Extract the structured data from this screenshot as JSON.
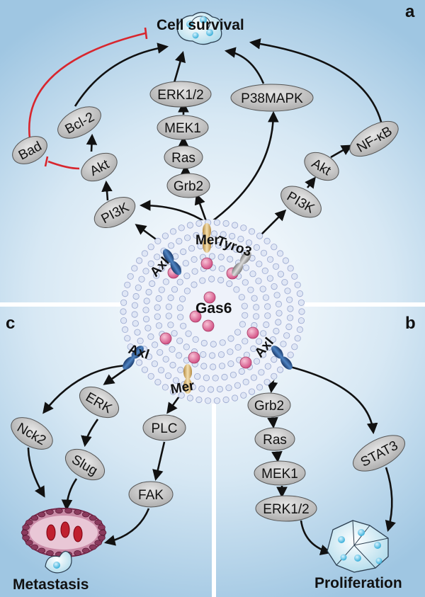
{
  "panels": {
    "a": "a",
    "b": "b",
    "c": "c"
  },
  "outcomes": {
    "cell_survival": "Cell survival",
    "metastasis": "Metastasis",
    "proliferation": "Proliferation"
  },
  "ligand": "Gas6",
  "receptors": {
    "axl_a": "Axl",
    "mer_a": "Mer",
    "tyro3": "Tyro3",
    "axl_c": "Axl",
    "mer_c": "Mer",
    "axl_b": "Axl"
  },
  "nodes": {
    "bad": "Bad",
    "bcl2": "Bcl-2",
    "akt_a": "Akt",
    "pi3k_a": "PI3K",
    "erk12_a": "ERK1/2",
    "mek1_a": "MEK1",
    "ras_a": "Ras",
    "grb2_a": "Grb2",
    "p38mapk": "P38MAPK",
    "nfkb": "NF-κB",
    "akt_a2": "Akt",
    "pi3k_a2": "PI3K",
    "erk_c": "ERK",
    "nck2": "Nck2",
    "slug": "Slug",
    "plc": "PLC",
    "fak": "FAK",
    "grb2_b": "Grb2",
    "ras_b": "Ras",
    "mek1_b": "MEK1",
    "erk12_b": "ERK1/2",
    "stat3": "STAT3"
  },
  "colors": {
    "background_light": "#ffffff",
    "background_blue": "#a9cde6",
    "node_fill": "#c8c8c8",
    "arrow": "#111111",
    "inhibition": "#d8262e",
    "bead": "#e4749c",
    "receptor": "#234f8c"
  }
}
